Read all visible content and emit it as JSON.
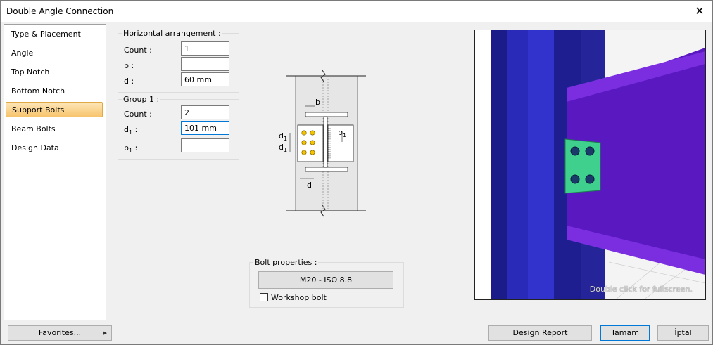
{
  "window": {
    "title": "Double Angle Connection"
  },
  "sidebar": {
    "items": [
      {
        "label": "Type & Placement"
      },
      {
        "label": "Angle"
      },
      {
        "label": "Top Notch"
      },
      {
        "label": "Bottom Notch"
      },
      {
        "label": "Support Bolts",
        "selected": true
      },
      {
        "label": "Beam Bolts"
      },
      {
        "label": "Design Data"
      }
    ]
  },
  "horizontal": {
    "legend": "Horizontal arrangement :",
    "count_label": "Count :",
    "count_value": "1",
    "b_label": "b :",
    "b_value": "",
    "d_label": "d :",
    "d_value": "60 mm"
  },
  "group1": {
    "legend": "Group 1 :",
    "count_label": "Count :",
    "count_value": "2",
    "d1_label": "d",
    "d1_sub": "1",
    "d1_colon": " :",
    "d1_value": "101 mm",
    "b1_label": "b",
    "b1_sub": "1",
    "b1_colon": " :",
    "b1_value": ""
  },
  "diagram": {
    "label_b": "b",
    "label_d1_top": "d",
    "label_d1_bottom": "d",
    "label_b1": "b",
    "sub_1": "1",
    "label_d": "d"
  },
  "bolt_properties": {
    "legend": "Bolt properties :",
    "button_label": "M20 - ISO 8.8",
    "workshop_label": "Workshop bolt",
    "workshop_checked": false
  },
  "view3d": {
    "hint": "Double click for fullscreen."
  },
  "footer": {
    "favorites_label": "Favorites...",
    "design_report_label": "Design Report",
    "ok_label": "Tamam",
    "cancel_label": "İptal"
  },
  "colors": {
    "accent": "#0078d7",
    "selection_top": "#fde6b8",
    "selection_bottom": "#f7c46c",
    "column_blue": "#2a2ab8",
    "beam_purple": "#5a18c0",
    "angle_green": "#3fd08e",
    "bolt_yellow": "#f2c300"
  }
}
